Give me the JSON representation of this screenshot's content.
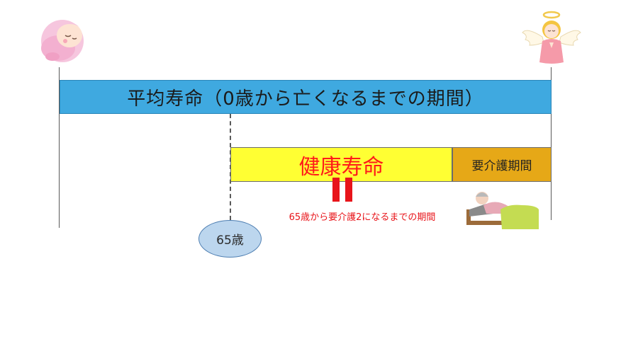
{
  "timeline": {
    "average_lifespan_label": "平均寿命（0歳から亡くなるまでの期間）",
    "healthy_lifespan_label": "健康寿命",
    "care_period_label": "要介護期間",
    "equivalence_note": "65歳から要介護2になるまでの期間",
    "age_marker_label": "65歳"
  },
  "icons": {
    "start": "baby-icon",
    "end": "angel-icon",
    "care": "bedridden-patient-icon"
  },
  "colors": {
    "lifespan_bar": "#3fa9e0",
    "healthy_bar": "#ffff33",
    "care_bar": "#e6a817",
    "accent_red": "#e8141a",
    "age_marker": "#bcd6ee"
  }
}
